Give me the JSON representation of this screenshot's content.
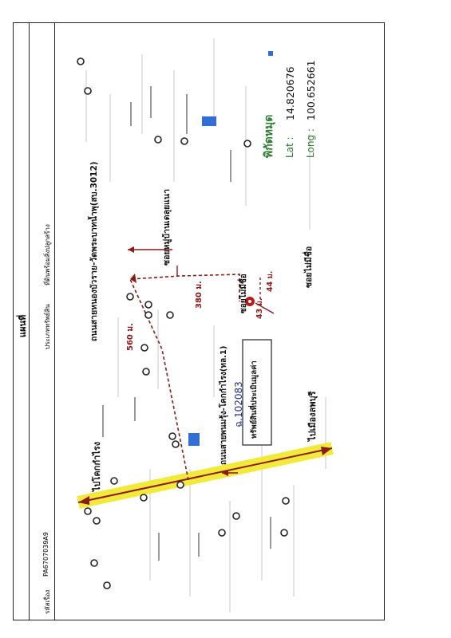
{
  "header": {
    "title": "แผนที่"
  },
  "info": {
    "code_label": "รหัสเรื่อง",
    "code_value": "PA6707039A9",
    "asset_type_label": "ประเภททรัพย์สิน",
    "asset_type_value": "ที่ดินพร้อมสิ่งปลูกสร้าง"
  },
  "map": {
    "road_1": "ถนนสายพนมรุ้ง-โคกกำไรง(ทล.1)",
    "road_3012": "ถนนสายหนองบัวราย-วัดพระบาทน้ำพุ(สบ.3012)",
    "soi_village": "ซอยหมู่บ้านเดลุยแนา",
    "soi_no_name_1": "ซอยไม่มีชื่อ",
    "soi_no_name_2": "ซอยไม่มีชื่อ",
    "dist_560": "560 ม.",
    "dist_380": "380 ม.",
    "dist_43": "43 ม.",
    "dist_44": "44 ม.",
    "to_khok": "ไปโคกกำไรง",
    "to_town": "ไปเมืองลพบุรี",
    "property_box": "ทรัพย์สินที่ประเมินมูลค่า",
    "deed_no": "ฉ.102083",
    "pin_title": "พิกัดหมุด",
    "lat_label": "Lat :",
    "lat_value": "14.820676",
    "long_label": "Long :",
    "long_value": "100.652661"
  },
  "colors": {
    "road_highlight": "#f2ea3a",
    "route": "#8b1a1a",
    "pin": "#b71c1c",
    "coord": "#2e7d32"
  }
}
